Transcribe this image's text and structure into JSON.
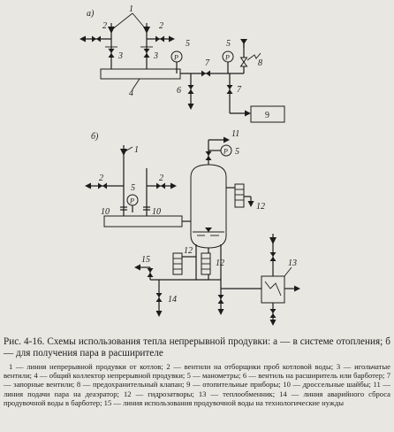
{
  "figure": {
    "panel_a_label": "а)",
    "panel_b_label": "б)",
    "numbers": {
      "n1": "1",
      "n2": "2",
      "n3": "3",
      "n4": "4",
      "n5": "5",
      "n6": "6",
      "n7": "7",
      "n8": "8",
      "n9": "9",
      "n10": "10",
      "n11": "11",
      "n12": "12",
      "n13": "13",
      "n14": "14",
      "n15": "15"
    },
    "gauge_symbol": "P"
  },
  "caption": {
    "title": "Рис. 4-16. Схемы использования тепла непрерывной продувки: а — в системе отопления; б — для получения пара в расширителе",
    "text": "1 — линия непрерывной продувки от котлов; 2 — вентили на отборщики проб котловой воды; 3 — игольчатые вентили; 4 — общий коллектор непрерывной продувки; 5 — манометры; 6 — вентиль на расширитель или барботер; 7 — запорные вентили; 8 — предохранительный клапан; 9 — отопительные приборы; 10 — дроссельные шайбы; 11 — линия подачи пара на деаэратор; 12 — гидрозатворы; 13 — теплообменник; 14 — линия аварийного сброса продувочной воды в барботер; 15 — линия использования продувочной воды на технологические нужды"
  }
}
